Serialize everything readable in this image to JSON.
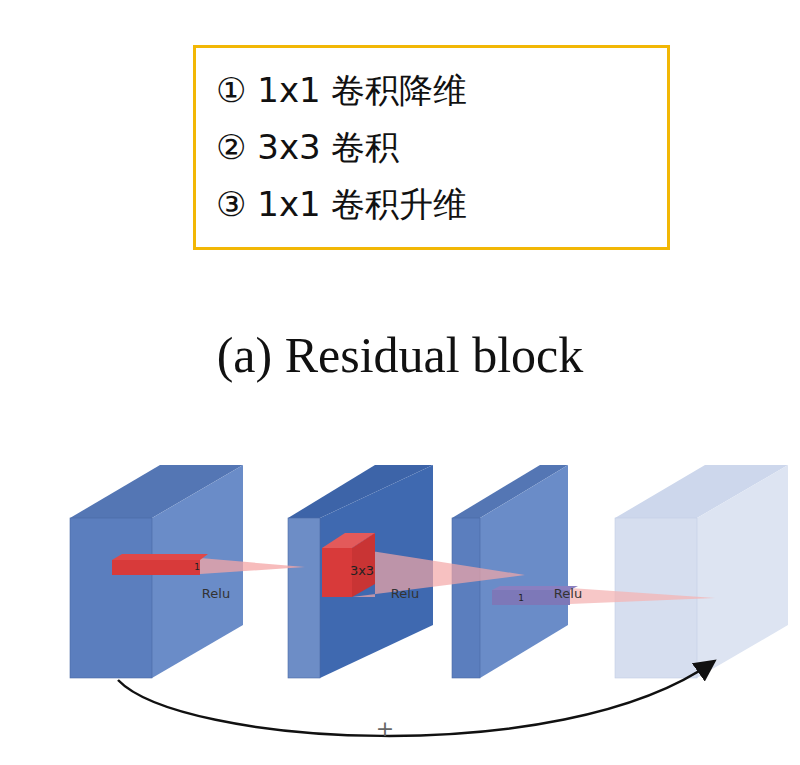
{
  "diagram": {
    "title": "(a) Residual block",
    "nodes": [
      {
        "text": [
          "① 1x1 卷积降维",
          "② 3x3 卷积",
          "③ 1x1 卷积升维"
        ]
      }
    ],
    "labels": [
      "1",
      "Relu",
      "3x3",
      "Relu",
      "1",
      "Relu",
      "+"
    ]
  }
}
